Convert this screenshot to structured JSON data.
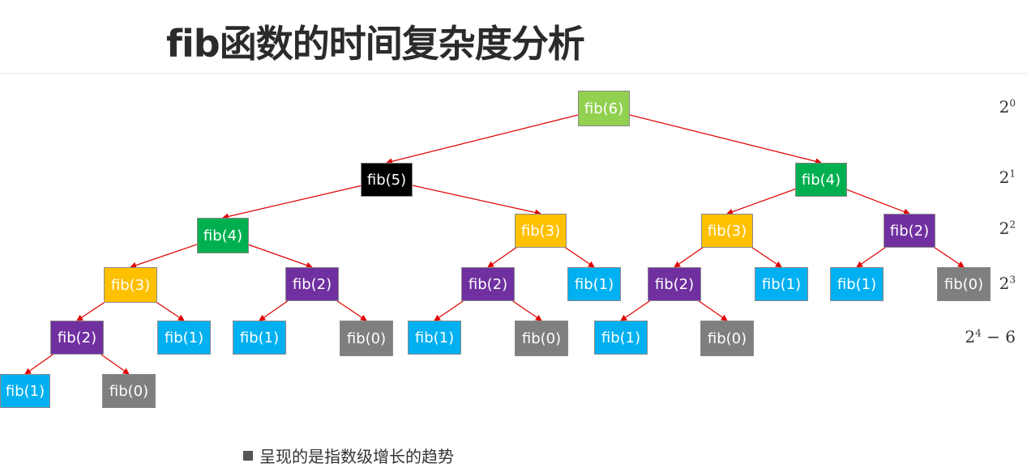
{
  "title": "fib函数的时间复杂度分析",
  "colors": {
    "fib(6)": "#92d050",
    "fib(5)": "#000000",
    "fib(4)": "#00b050",
    "fib(3)": "#ffc000",
    "fib(2)": "#7030a0",
    "fib(1)": "#00b0f0",
    "fib(0)": "#7f7f7f",
    "edge": "#e00000"
  },
  "nodes": [
    {
      "id": "n6",
      "label": "fib(6)"
    },
    {
      "id": "n5",
      "label": "fib(5)"
    },
    {
      "id": "n4r",
      "label": "fib(4)"
    },
    {
      "id": "n4l",
      "label": "fib(4)"
    },
    {
      "id": "n3a",
      "label": "fib(3)"
    },
    {
      "id": "n3b",
      "label": "fib(3)"
    },
    {
      "id": "n2c",
      "label": "fib(2)"
    },
    {
      "id": "n3d",
      "label": "fib(3)"
    },
    {
      "id": "n2e",
      "label": "fib(2)"
    },
    {
      "id": "n2f",
      "label": "fib(2)"
    },
    {
      "id": "n1g",
      "label": "fib(1)"
    },
    {
      "id": "n2h",
      "label": "fib(2)"
    },
    {
      "id": "n1i",
      "label": "fib(1)"
    },
    {
      "id": "n1j",
      "label": "fib(1)"
    },
    {
      "id": "n0k",
      "label": "fib(0)"
    },
    {
      "id": "n2l",
      "label": "fib(2)"
    },
    {
      "id": "n1m",
      "label": "fib(1)"
    },
    {
      "id": "n1n",
      "label": "fib(1)"
    },
    {
      "id": "n0o",
      "label": "fib(0)"
    },
    {
      "id": "n1p",
      "label": "fib(1)"
    },
    {
      "id": "n0q",
      "label": "fib(0)"
    },
    {
      "id": "n1r",
      "label": "fib(1)"
    },
    {
      "id": "n0s",
      "label": "fib(0)"
    },
    {
      "id": "n1t",
      "label": "fib(1)"
    },
    {
      "id": "n0u",
      "label": "fib(0)"
    }
  ],
  "edges": [
    [
      "n6",
      "n5"
    ],
    [
      "n6",
      "n4r"
    ],
    [
      "n5",
      "n4l"
    ],
    [
      "n5",
      "n3b"
    ],
    [
      "n4r",
      "n3d"
    ],
    [
      "n4r",
      "n2h"
    ],
    [
      "n4l",
      "n3a"
    ],
    [
      "n4l",
      "n2c"
    ],
    [
      "n3b",
      "n2e"
    ],
    [
      "n3b",
      "n1g"
    ],
    [
      "n3d",
      "n2f"
    ],
    [
      "n3d",
      "n1i"
    ],
    [
      "n2h",
      "n1j"
    ],
    [
      "n2h",
      "n0k"
    ],
    [
      "n3a",
      "n2l"
    ],
    [
      "n3a",
      "n1m"
    ],
    [
      "n2c",
      "n1n"
    ],
    [
      "n2c",
      "n0o"
    ],
    [
      "n2e",
      "n1p"
    ],
    [
      "n2e",
      "n0q"
    ],
    [
      "n2f",
      "n1r"
    ],
    [
      "n2f",
      "n0s"
    ],
    [
      "n2l",
      "n1t"
    ],
    [
      "n2l",
      "n0u"
    ]
  ],
  "levels": [
    {
      "base": "2",
      "exp": "0",
      "suffix": ""
    },
    {
      "base": "2",
      "exp": "1",
      "suffix": ""
    },
    {
      "base": "2",
      "exp": "2",
      "suffix": ""
    },
    {
      "base": "2",
      "exp": "3",
      "suffix": ""
    },
    {
      "base": "2",
      "exp": "4",
      "suffix": " − 6"
    }
  ],
  "bullet": "呈现的是指数级增长的趋势"
}
